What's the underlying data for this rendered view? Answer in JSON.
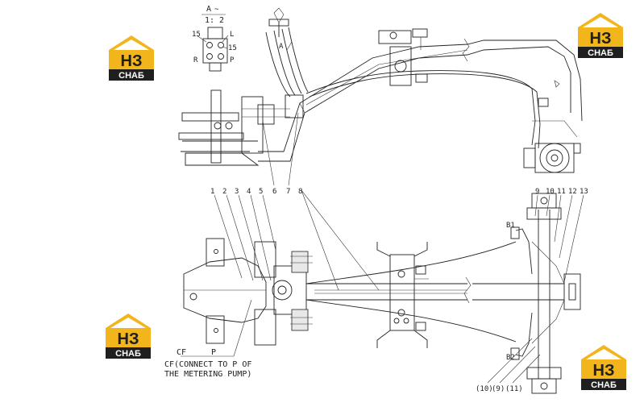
{
  "logo": {
    "main": "НЗ",
    "sub": "СНАБ",
    "accent": "#f2b51b",
    "dark": "#1f1f1f"
  },
  "view": {
    "title": "A",
    "scale": "1: 2",
    "marker": "A"
  },
  "top_callouts": [
    "6",
    "7",
    "8"
  ],
  "bottom_callouts": [
    "1",
    "2",
    "3",
    "4",
    "5"
  ],
  "right_callouts": [
    "9",
    "10",
    "11",
    "12",
    "13"
  ],
  "bottom_right_callouts": [
    "(10)",
    "(9)",
    "(11)"
  ],
  "detail_labels": [
    "15",
    "R",
    "P",
    "L",
    "15"
  ],
  "port_labels": {
    "cf": "CF",
    "p": "P"
  },
  "note": {
    "line1": "CF(CONNECT TO P OF",
    "line2": "THE METERING PUMP)"
  }
}
